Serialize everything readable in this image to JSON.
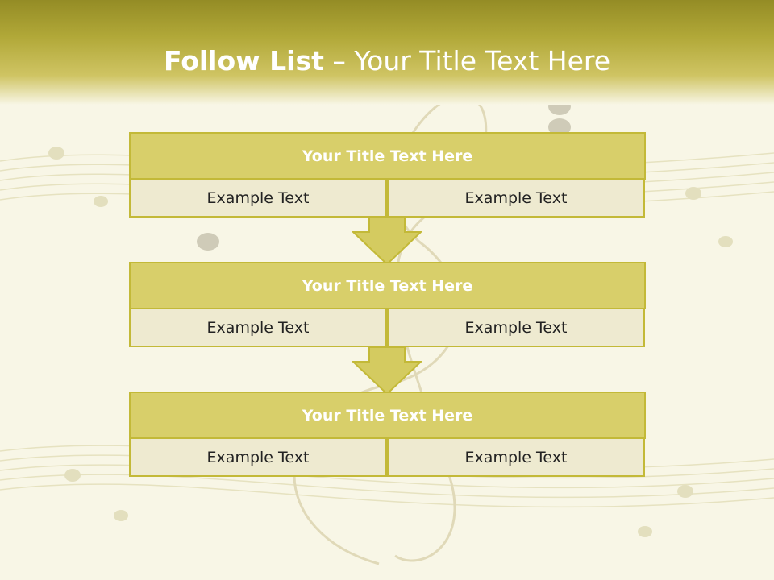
{
  "slide": {
    "title_strong": "Follow List",
    "title_rest": "  – Your Title Text Here"
  },
  "blocks": [
    {
      "title": "Your Title Text Here",
      "left": "Example Text",
      "right": "Example Text"
    },
    {
      "title": "Your Title Text Here",
      "left": "Example Text",
      "right": "Example Text"
    },
    {
      "title": "Your Title Text Here",
      "left": "Example Text",
      "right": "Example Text"
    }
  ],
  "colors": {
    "header": "#b1a838",
    "block_title_fill": "#d8cf6a",
    "block_border": "#c3b938",
    "cell_fill": "#eeead0",
    "arrow_fill": "#d4cb60",
    "background": "#f8f6e6"
  }
}
